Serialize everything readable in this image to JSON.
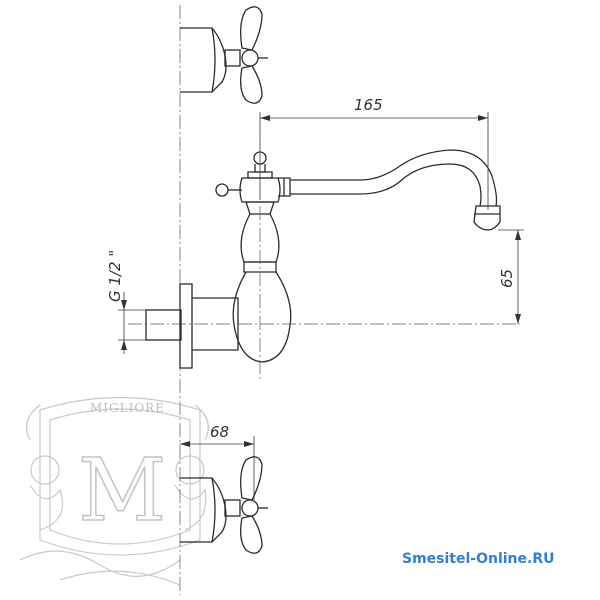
{
  "dimensions": {
    "spout_reach": "165",
    "spout_height": "65",
    "wall_offset": "68",
    "thread": "G 1/2 \""
  },
  "watermark": {
    "brand_text": "MIGLIORE"
  },
  "footer": {
    "site": "Smesitel-Online.RU",
    "site_color": "#2f7ed8"
  }
}
